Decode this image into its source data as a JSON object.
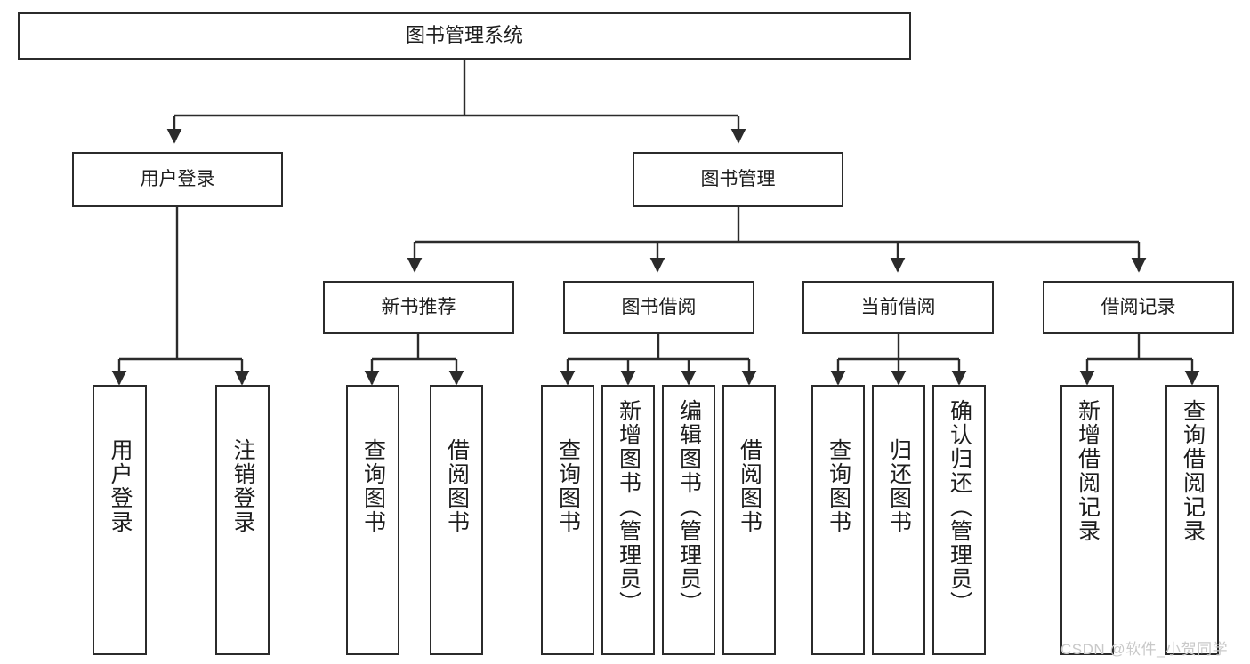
{
  "diagram": {
    "title": "图书管理系统",
    "type": "hierarchy-tree",
    "watermark": "CSDN @软件_小贺同学",
    "colors": {
      "box_border": "#2b2b2b",
      "box_fill": "#ffffff",
      "edge": "#2b2b2b",
      "text": "#1d1d1d",
      "watermark": "#c9c9c9"
    },
    "levels": {
      "root": {
        "label": "图书管理系统"
      },
      "level1": [
        {
          "label": "用户登录"
        },
        {
          "label": "图书管理"
        }
      ],
      "level2": [
        {
          "label": "新书推荐"
        },
        {
          "label": "图书借阅"
        },
        {
          "label": "当前借阅"
        },
        {
          "label": "借阅记录"
        }
      ],
      "leaves": [
        {
          "label": "用户登录",
          "parent": "用户登录"
        },
        {
          "label": "注销登录",
          "parent": "用户登录"
        },
        {
          "label": "查询图书",
          "parent": "新书推荐"
        },
        {
          "label": "借阅图书",
          "parent": "新书推荐"
        },
        {
          "label": "查询图书",
          "parent": "图书借阅"
        },
        {
          "label": "新增图书（管理员）",
          "parent": "图书借阅"
        },
        {
          "label": "编辑图书（管理员）",
          "parent": "图书借阅"
        },
        {
          "label": "借阅图书",
          "parent": "图书借阅"
        },
        {
          "label": "查询图书",
          "parent": "当前借阅"
        },
        {
          "label": "归还图书",
          "parent": "当前借阅"
        },
        {
          "label": "确认归还（管理员）",
          "parent": "当前借阅"
        },
        {
          "label": "新增借阅记录",
          "parent": "借阅记录"
        },
        {
          "label": "查询借阅记录",
          "parent": "借阅记录"
        }
      ]
    }
  }
}
